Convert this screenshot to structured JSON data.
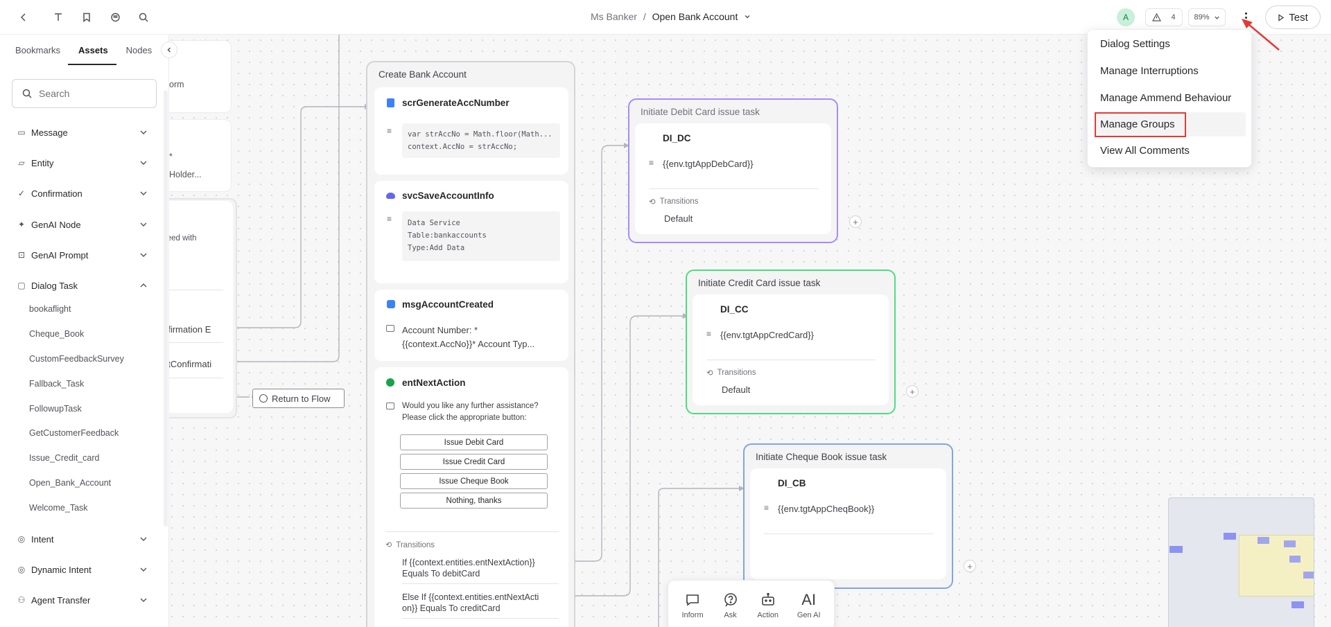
{
  "topbar": {
    "breadcrumb_parent": "Ms Banker",
    "breadcrumb_sep": "/",
    "breadcrumb_current": "Open Bank Account",
    "avatar": "A",
    "warnings_count": "4",
    "zoom": "89%",
    "test_label": "Test"
  },
  "sidebar": {
    "tabs": [
      "Bookmarks",
      "Assets",
      "Nodes"
    ],
    "active_tab": "Assets",
    "search_placeholder": "Search",
    "categories": [
      "Message",
      "Entity",
      "Confirmation",
      "GenAI Node",
      "GenAI Prompt",
      "Dialog Task",
      "Intent",
      "Dynamic Intent",
      "Agent Transfer"
    ],
    "dialog_tasks": [
      "bookaflight",
      "Cheque_Book",
      "CustomFeedbackSurvey",
      "Fallback_Task",
      "FollowupTask",
      "GetCustomerFeedback",
      "Issue_Credit_card",
      "Open_Bank_Account",
      "Welcome_Task"
    ]
  },
  "left_partial": {
    "text1": "orm",
    "text2": "Holder...",
    "text3": "ceed with",
    "text4": "nfirmation E",
    "text5": "ntConfirmati",
    "return_to_flow": "Return to Flow"
  },
  "create_bank_account": {
    "title": "Create Bank Account",
    "script_node": {
      "name": "scrGenerateAccNumber",
      "code_line1": "var strAccNo = Math.floor(Math...",
      "code_line2": "context.AccNo = strAccNo;"
    },
    "service_node": {
      "name": "svcSaveAccountInfo",
      "line1": "Data Service",
      "line2": "Table:bankaccounts",
      "line3": "Type:Add Data"
    },
    "message_node": {
      "name": "msgAccountCreated",
      "line1": "Account Number: *",
      "line2": "{{context.AccNo}}* Account Typ..."
    },
    "entity_node": {
      "name": "entNextAction",
      "prompt_line1": "Would you like any further assistance?",
      "prompt_line2": "Please click the appropriate button:",
      "buttons": [
        "Issue Debit Card",
        "Issue Credit Card",
        "Issue Cheque Book",
        "Nothing, thanks"
      ],
      "transitions_label": "Transitions",
      "transition1_line1": "If {{context.entities.entNextAction}}",
      "transition1_line2": "Equals To debitCard",
      "transition2_line1": "Else If {{context.entities.entNextActi",
      "transition2_line2": "on}} Equals To creditCard"
    }
  },
  "debit_group": {
    "title": "Initiate Debit Card issue task",
    "node": "DI_DC",
    "value": "{{env.tgtAppDebCard}}",
    "transitions_label": "Transitions",
    "default": "Default",
    "color": "#a78bfa"
  },
  "credit_group": {
    "title": "Initiate Credit Card issue task",
    "node": "DI_CC",
    "value": "{{env.tgtAppCredCard}}",
    "transitions_label": "Transitions",
    "default": "Default",
    "color": "#4ade80"
  },
  "cheque_group": {
    "title": "Initiate Cheque Book issue task",
    "node": "DI_CB",
    "value": "{{env.tgtAppCheqBook}}",
    "color": "#7ea6e0"
  },
  "menu": {
    "items": [
      "Dialog Settings",
      "Manage Interruptions",
      "Manage Ammend Behaviour",
      "Manage Groups",
      "View All Comments"
    ],
    "highlighted": "Manage Groups",
    "highlight_color": "#e53935"
  },
  "toolbox": {
    "tools": [
      "Inform",
      "Ask",
      "Action",
      "Gen AI"
    ],
    "genai_glyph": "AI"
  }
}
